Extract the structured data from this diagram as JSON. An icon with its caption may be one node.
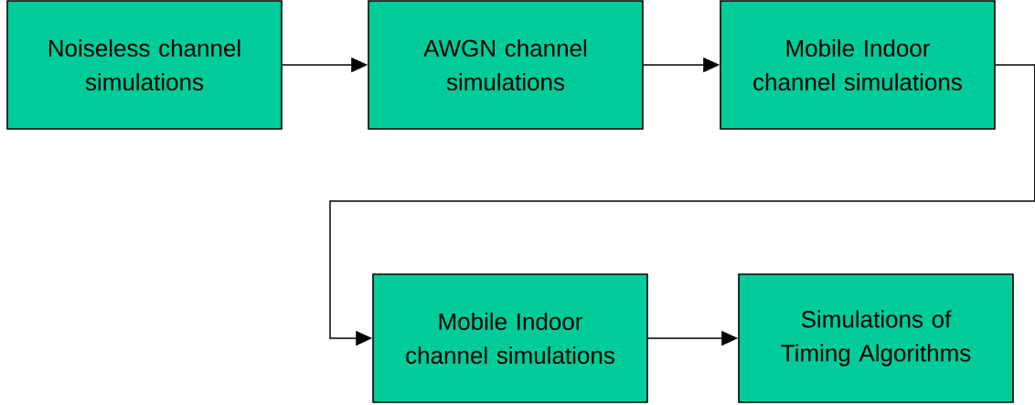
{
  "diagram": {
    "nodes": [
      {
        "text": [
          "Noiseless channel simulations"
        ]
      },
      {
        "text": [
          "AWGN channel simulations"
        ]
      },
      {
        "text": [
          "Mobile Indoor channel simulations"
        ]
      },
      {
        "text": [
          "Mobile Indoor channel simulations"
        ]
      },
      {
        "text": [
          "Simulations of Timing Algorithms"
        ]
      }
    ],
    "edges": [
      {
        "from": 0,
        "to": 1,
        "arrow": "to"
      },
      {
        "from": 1,
        "to": 2,
        "arrow": "to"
      },
      {
        "from": 2,
        "to": 3,
        "arrow": "to"
      },
      {
        "from": 3,
        "to": 4,
        "arrow": "to"
      }
    ]
  }
}
